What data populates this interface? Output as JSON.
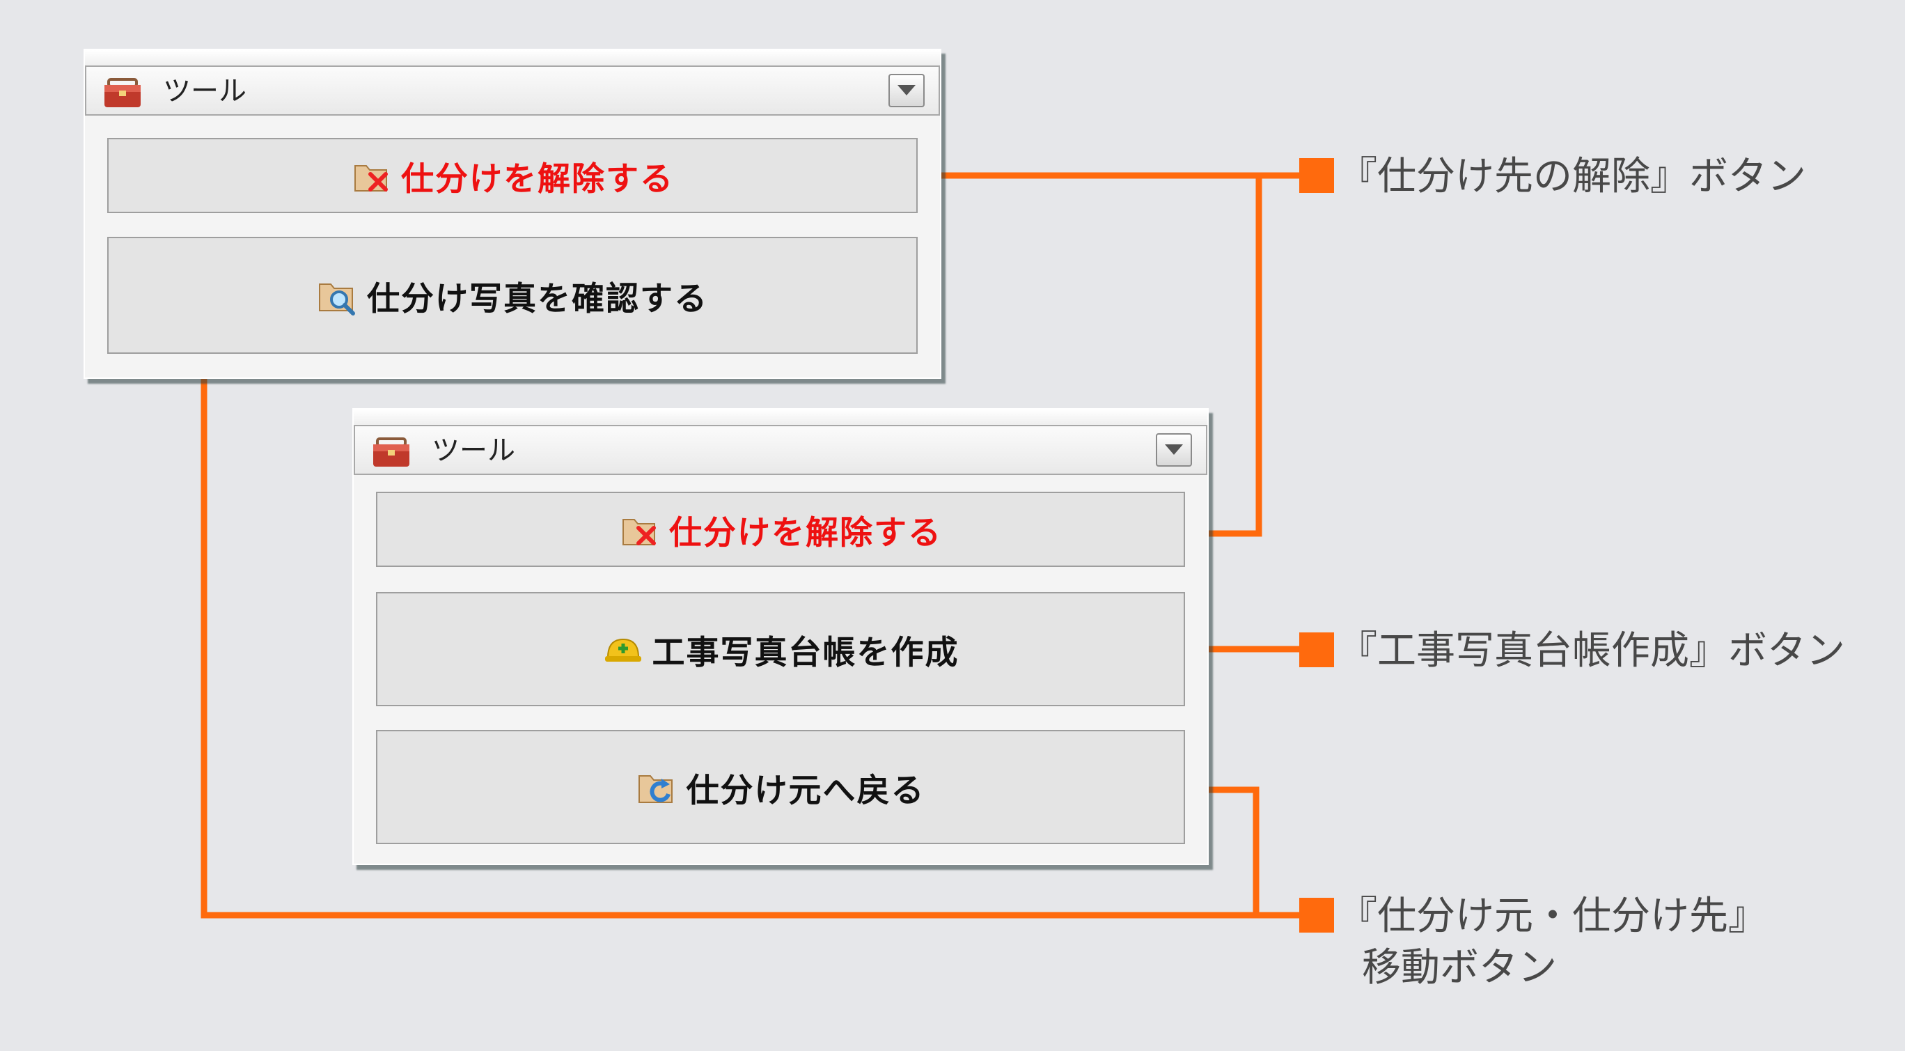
{
  "panel_top": {
    "header_title": "ツール",
    "buttons": [
      {
        "label": "仕分けを解除する",
        "icon": "unassign-icon",
        "color": "#ee1111"
      },
      {
        "label": "仕分け写真を確認する",
        "icon": "photo-search-icon",
        "color": "#111111"
      }
    ]
  },
  "panel_bottom": {
    "header_title": "ツール",
    "buttons": [
      {
        "label": "仕分けを解除する",
        "icon": "unassign-icon",
        "color": "#ee1111"
      },
      {
        "label": "工事写真台帳を作成",
        "icon": "hardhat-icon",
        "color": "#111111"
      },
      {
        "label": "仕分け元へ戻る",
        "icon": "return-folder-icon",
        "color": "#111111"
      }
    ]
  },
  "callouts": {
    "unassign": "『仕分け先の解除』ボタン",
    "create_ledger": "『工事写真台帳作成』ボタン",
    "move_line1": "『仕分け元・仕分け先』",
    "move_line2": "移動ボタン"
  },
  "colors": {
    "accent_connector": "#ff6a0d",
    "danger_text": "#ee1111",
    "background": "#e6e7ea"
  }
}
